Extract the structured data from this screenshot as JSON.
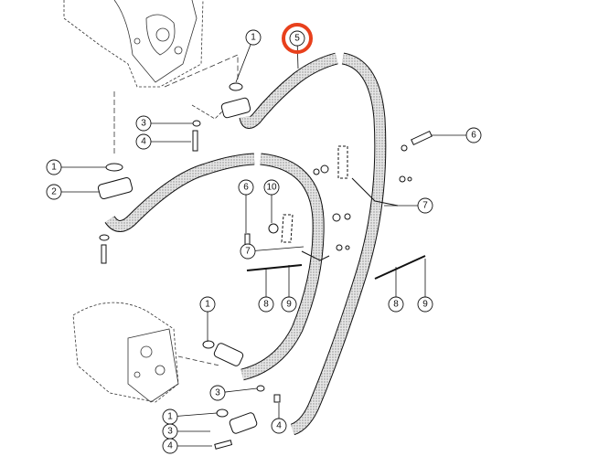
{
  "diagram": {
    "callouts": [
      "1",
      "5",
      "3",
      "4",
      "1",
      "2",
      "6",
      "6",
      "10",
      "7",
      "7",
      "8",
      "9",
      "8",
      "9",
      "1",
      "3",
      "4",
      "1",
      "3",
      "4"
    ],
    "highlighted_callout": "5",
    "highlight_color": "#e8401c",
    "line_color": "#111111",
    "hose_fill": "#d9d9d9"
  }
}
